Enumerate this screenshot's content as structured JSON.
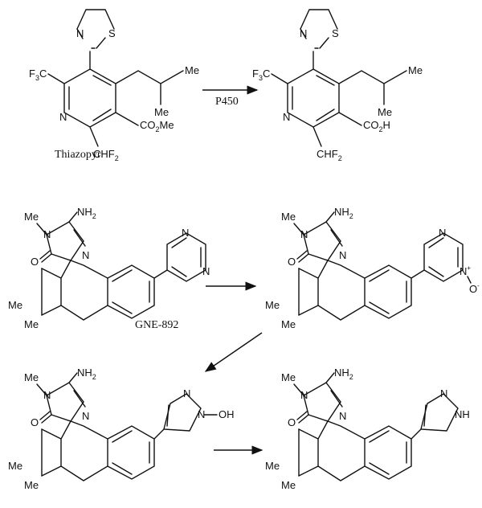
{
  "reaction1": {
    "reactant_name": "Thiazopyr",
    "arrow_label": "P450",
    "atoms": {
      "N_thiazoline": "N",
      "S_thiazoline": "S",
      "CF3": "F",
      "CF3_sub": "3",
      "CF3_tail": "C",
      "N_pyridine": "N",
      "Me_top": "Me",
      "Me_bottom": "Me",
      "ester": "CO",
      "ester_sub": "2",
      "ester_tail": "Me",
      "acid": "CO",
      "acid_sub": "2",
      "acid_tail": "H",
      "CHF2": "CHF",
      "CHF2_sub": "2"
    }
  },
  "reaction2": {
    "reactant_name": "GNE-892",
    "atoms": {
      "Me": "Me",
      "N": "N",
      "NH2": "NH",
      "NH2_sub": "2",
      "O": "O",
      "Nplus": "N",
      "plus": "+",
      "Ominus": "O",
      "minus": "-",
      "OH": "N",
      "OH_tail": "OH",
      "NH": "NH"
    }
  }
}
